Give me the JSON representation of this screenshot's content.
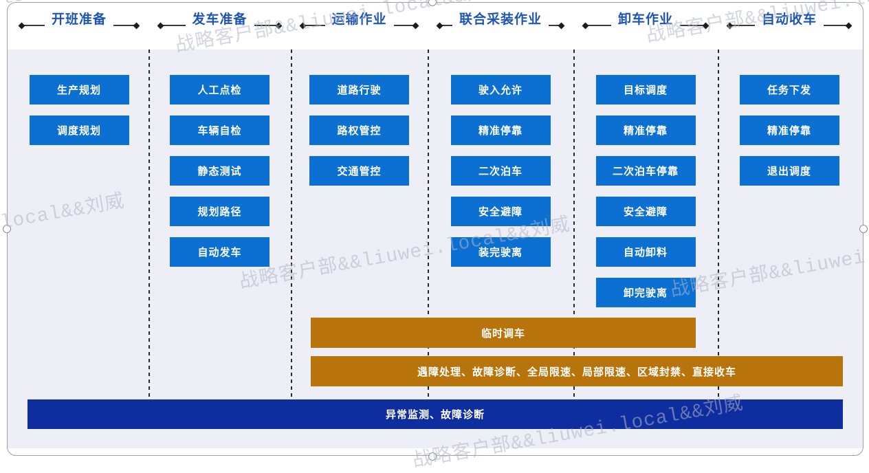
{
  "watermark": {
    "text": "战略客户部&&liuwei.local&&刘威"
  },
  "phases": [
    {
      "title": "开班准备",
      "tasks": [
        "生产规划",
        "调度规划"
      ]
    },
    {
      "title": "发车准备",
      "tasks": [
        "人工点检",
        "车辆自检",
        "静态测试",
        "规划路径",
        "自动发车"
      ]
    },
    {
      "title": "运输作业",
      "tasks": [
        "道路行驶",
        "路权管控",
        "交通管控"
      ]
    },
    {
      "title": "联合采装作业",
      "tasks": [
        "驶入允许",
        "精准停靠",
        "二次泊车",
        "安全避障",
        "装完驶离"
      ]
    },
    {
      "title": "卸车作业",
      "tasks": [
        "目标调度",
        "精准停靠",
        "二次泊车停靠",
        "安全避障",
        "自动卸料",
        "卸完驶离"
      ]
    },
    {
      "title": "自动收车",
      "tasks": [
        "任务下发",
        "精准停靠",
        "退出调度"
      ]
    }
  ],
  "bars": {
    "temporary": "临时调车",
    "exception": "遇障处理、故障诊断、全局限速、局部限速、区域封禁、直接收车",
    "monitoring": "异常监测、故障诊断"
  },
  "colors": {
    "task_blue": "#0b70d2",
    "bar_orange": "#b8730b",
    "bar_deep_blue": "#0e2ea0",
    "title_blue": "#1d55b2",
    "body_background": "#edeef6"
  }
}
